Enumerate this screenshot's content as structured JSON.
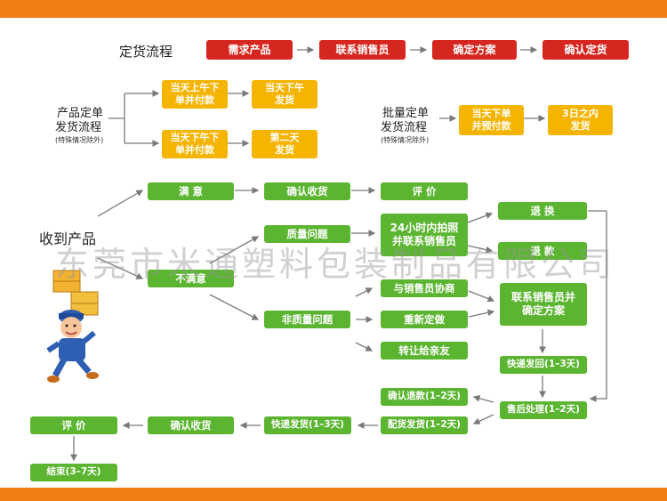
{
  "colors": {
    "bar": "#ee7d14",
    "red": "#d5261f",
    "yellow": "#f5b400",
    "green": "#5bb531",
    "arrow": "#7a7a7a"
  },
  "order_flow": {
    "title": "定货流程",
    "steps": [
      "需求产品",
      "联系销售员",
      "确定方案",
      "确认定货"
    ]
  },
  "product_flow": {
    "title_line1": "产品定单",
    "title_line2": "发货流程",
    "note": "(特殊情况除外)",
    "am_pay": "当天上午下单并付款",
    "am_ship": "当天下午发货",
    "pm_pay": "当天下午下单并付款",
    "pm_ship": "第二天发货"
  },
  "bulk_flow": {
    "title_line1": "批量定单",
    "title_line2": "发货流程",
    "note": "(特殊情况除外)",
    "prepay": "当天下单并预付款",
    "ship": "3日之内发货"
  },
  "after_sale": {
    "received": "收到产品",
    "satisfied": "满 意",
    "confirm_receipt_top": "确认收货",
    "review_top": "评 价",
    "quality_issue": "质量问题",
    "photo_contact": "24小时内拍照并联系销售员",
    "exchange": "退 换",
    "refund": "退 款",
    "unsatisfied": "不满意",
    "negotiate": "与销售员协商",
    "reorder": "重新定做",
    "transfer": "转让给亲友",
    "non_quality": "非质量问题",
    "contact_plan": "联系销售员并确定方案",
    "express_return": "快递发回(1–3天)",
    "after_process": "售后处理(1–2天)",
    "confirm_refund": "确认退款(1–2天)",
    "dispatch": "配货发货(1–2天)",
    "express_ship": "快递发货(1–3天)",
    "confirm_receipt_bottom": "确认收货",
    "review_bottom": "评 价",
    "end": "结束(3–7天)"
  },
  "watermark": "东莞市米通塑料包装制品有限公司"
}
